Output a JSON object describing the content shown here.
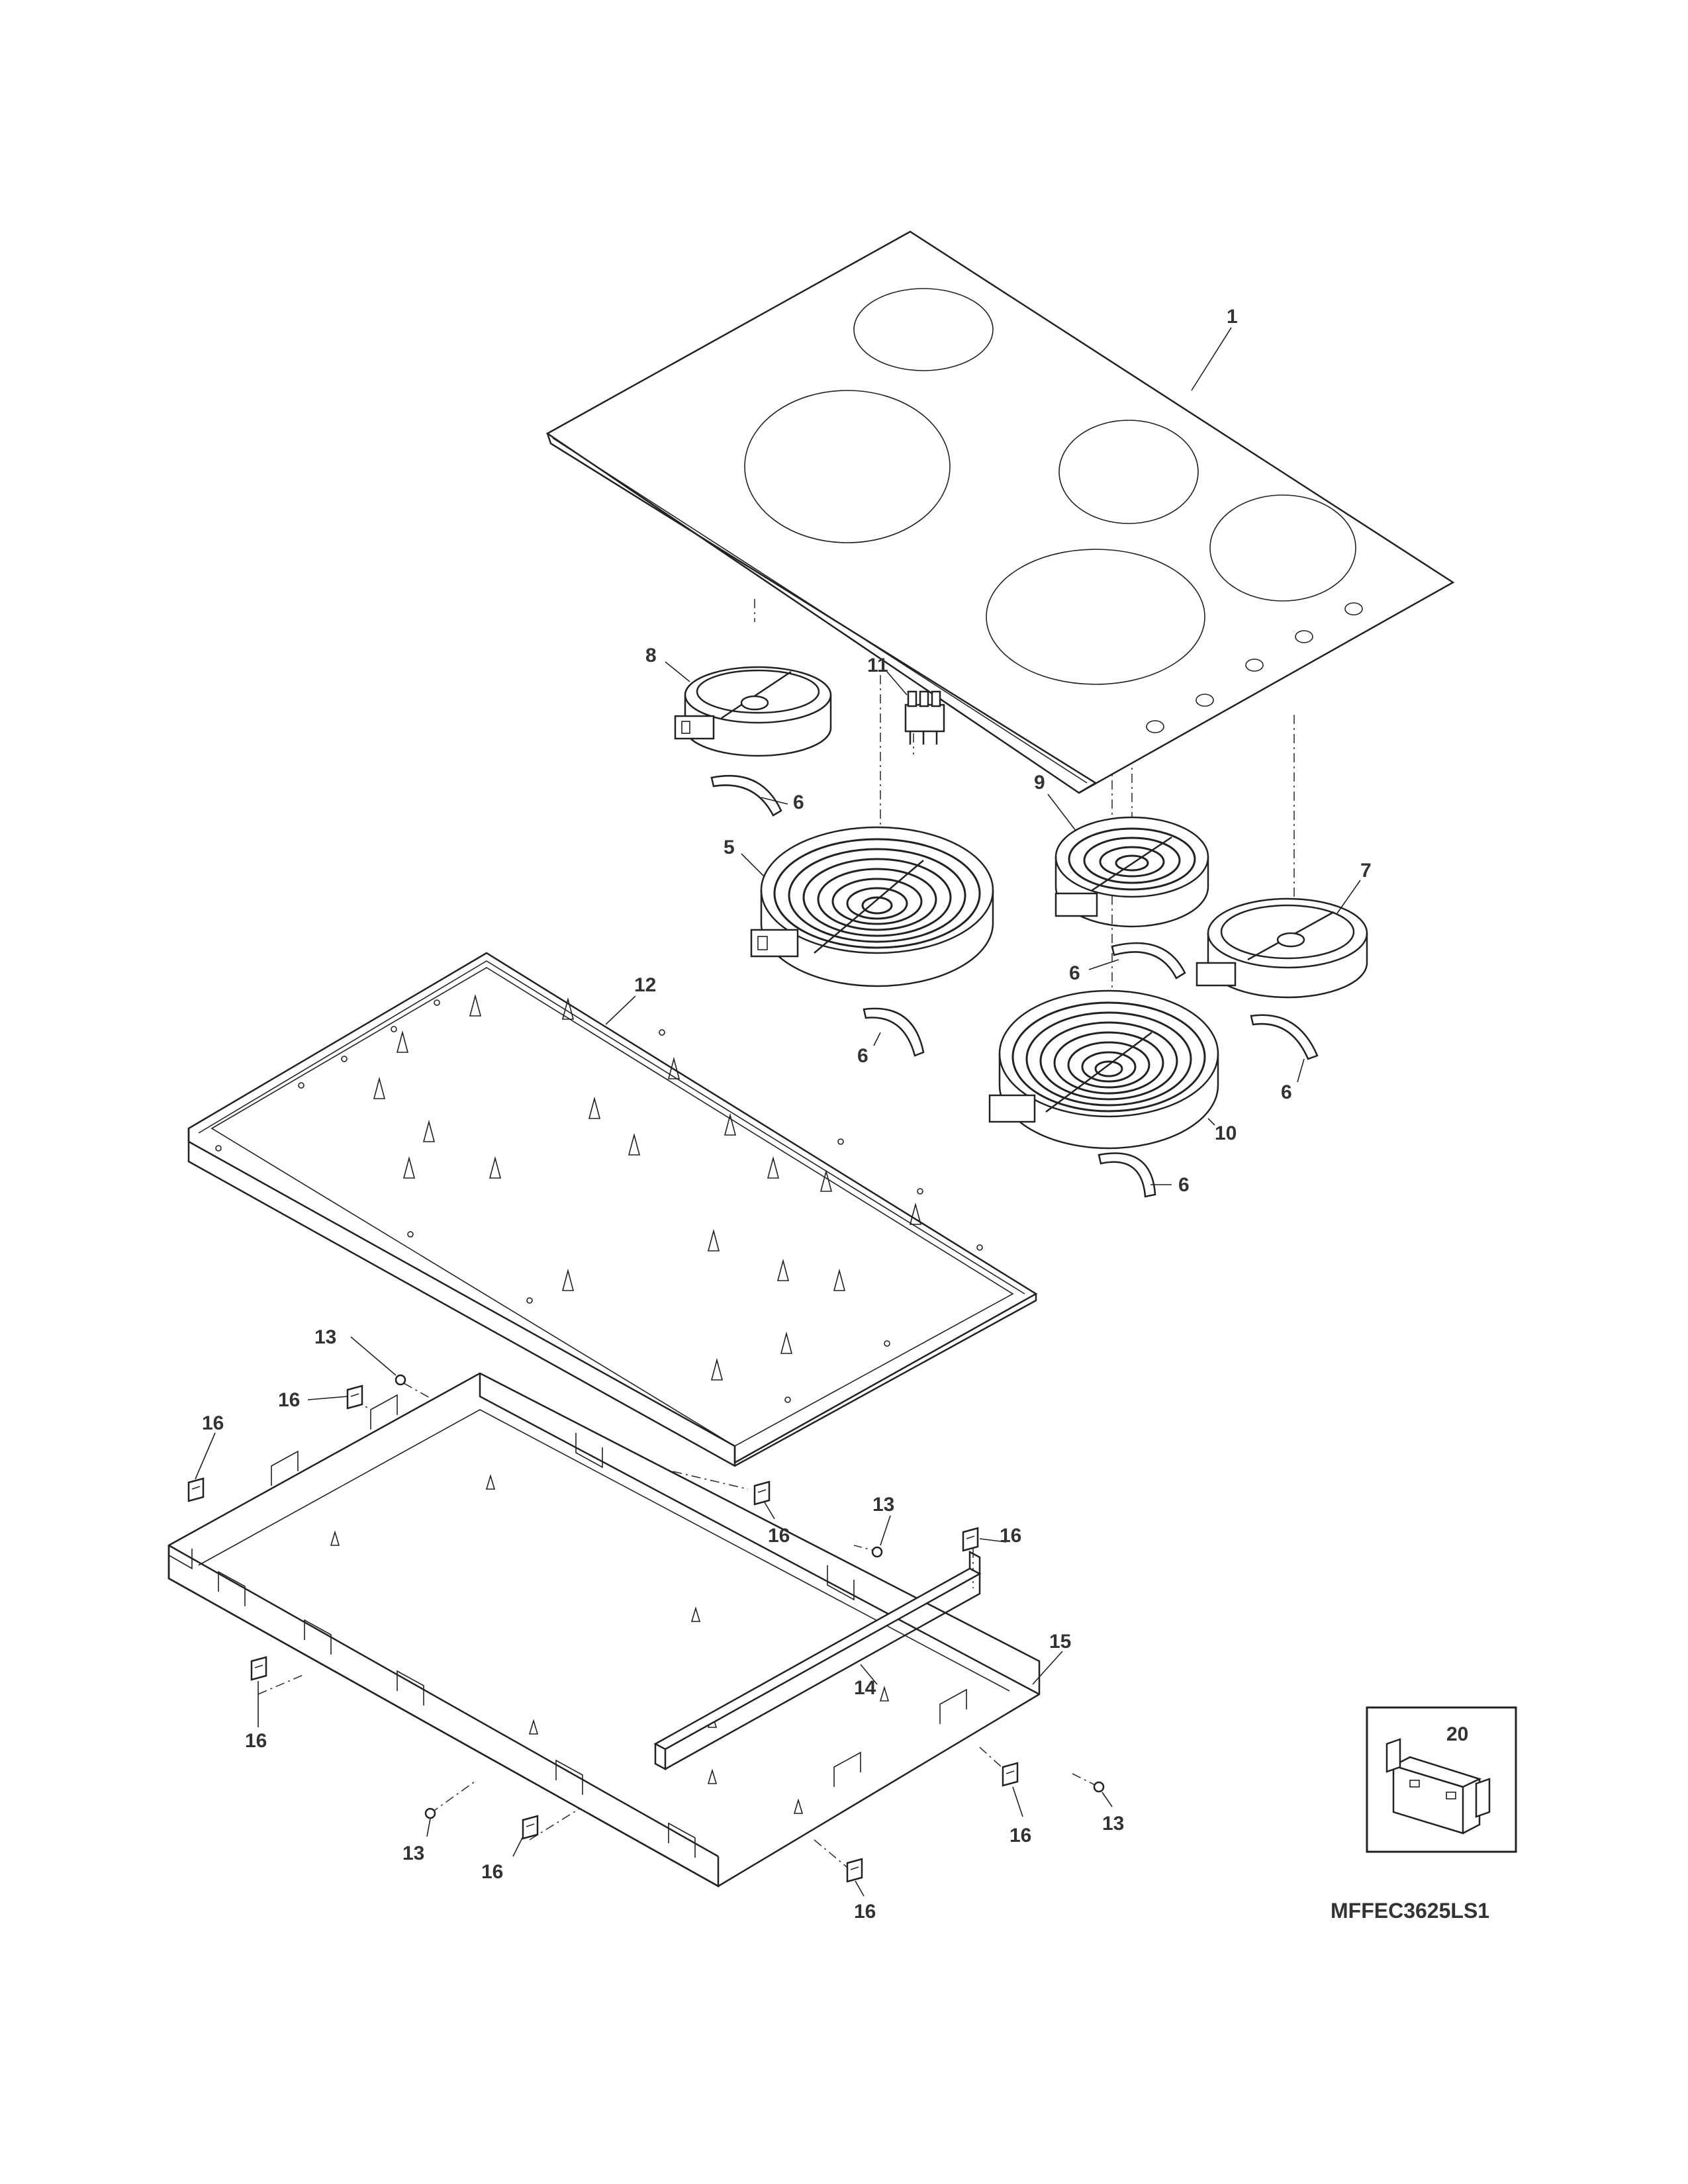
{
  "model_number": "MFFEC3625LS1",
  "callouts": {
    "glass_top": "1",
    "element_5": "5",
    "clip_a": "6",
    "clip_b": "6",
    "clip_c": "6",
    "clip_d": "6",
    "clip_e": "6",
    "element_7": "7",
    "element_8": "8",
    "element_9": "9",
    "element_10": "10",
    "terminal_block": "11",
    "burner_box": "12",
    "screw_a": "13",
    "screw_b": "13",
    "screw_c": "13",
    "screw_d": "13",
    "support_rail": "14",
    "outer_frame": "15",
    "bracket_a": "16",
    "bracket_b": "16",
    "bracket_c": "16",
    "bracket_d": "16",
    "bracket_e": "16",
    "bracket_f": "16",
    "bracket_g": "16",
    "bracket_h": "16",
    "inset_part": "20"
  }
}
